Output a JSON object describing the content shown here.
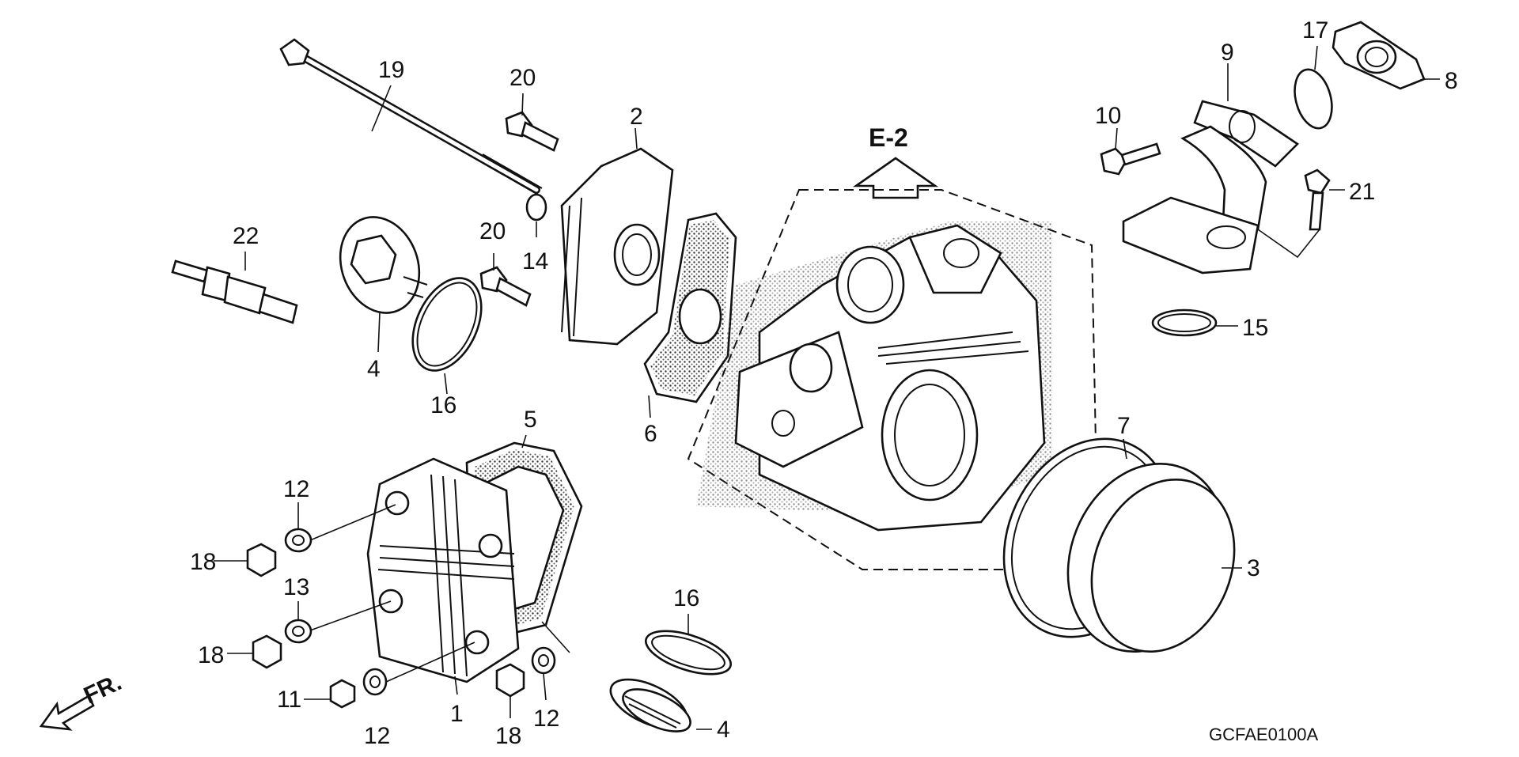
{
  "diagram": {
    "drawing_code": "GCFAE0100A",
    "reference": "E-2",
    "direction_label": "FR.",
    "callouts": [
      "1",
      "2",
      "3",
      "4",
      "4",
      "5",
      "6",
      "7",
      "8",
      "9",
      "10",
      "11",
      "12",
      "12",
      "12",
      "13",
      "14",
      "15",
      "16",
      "16",
      "17",
      "18",
      "18",
      "18",
      "19",
      "20",
      "20",
      "21",
      "22"
    ]
  }
}
